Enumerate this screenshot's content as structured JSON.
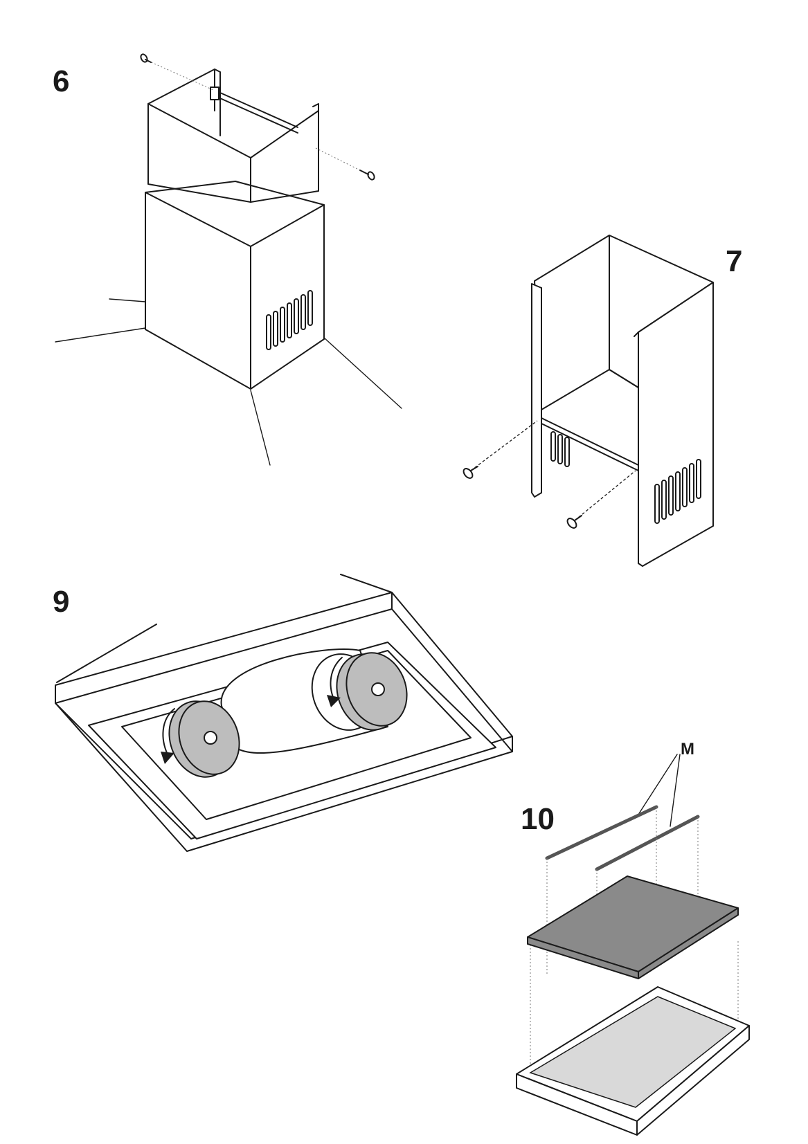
{
  "steps": {
    "step6": {
      "number": "6"
    },
    "step7": {
      "number": "7"
    },
    "step9": {
      "number": "9"
    },
    "step10": {
      "number": "10",
      "part_label": "M"
    }
  },
  "colors": {
    "line": "#1a1a1a",
    "filter_grey": "#bdbdbd",
    "carbon_filter": "#8a8a8a",
    "background": "#ffffff"
  },
  "icons": [
    "screw-icon",
    "arrow-rotate-icon"
  ]
}
